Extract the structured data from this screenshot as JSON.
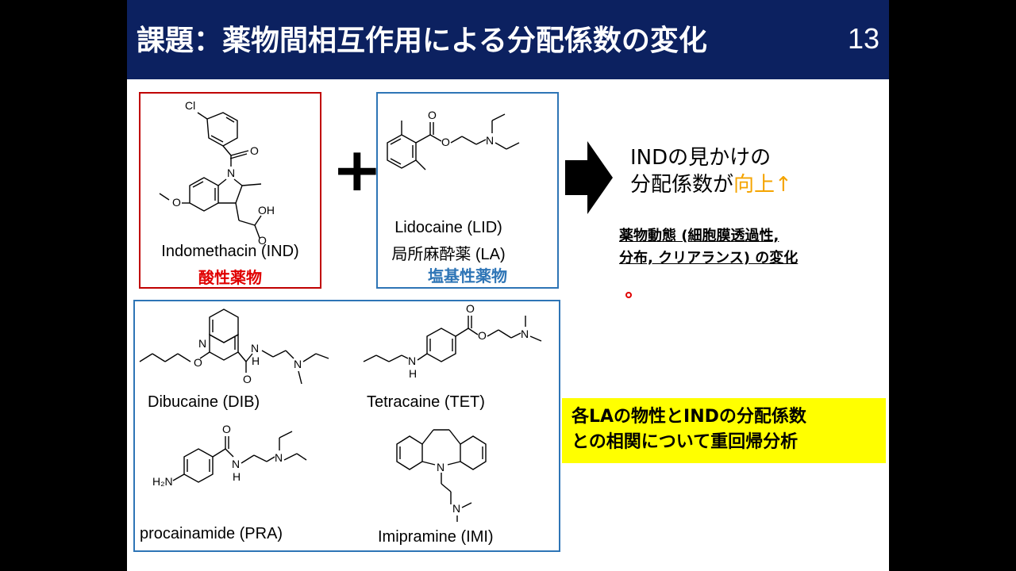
{
  "header": {
    "title": "課題：薬物間相互作用による分配係数の変化",
    "page_number": "13"
  },
  "ind_box": {
    "name": "Indomethacin (IND)",
    "category": "酸性薬物"
  },
  "plus_sign": "+",
  "lid_box": {
    "name": "Lidocaine (LID)",
    "subtitle": "局所麻酔薬 (LA)",
    "category": "塩基性薬物"
  },
  "result": {
    "line1": "INDの見かけの",
    "line2_prefix": "分配係数が",
    "line2_highlight": "向上↑"
  },
  "pk_note": {
    "line1": "薬物動態 (細胞膜透過性,",
    "line2": "分布, クリアランス) の変化"
  },
  "analysis": {
    "line1": "各LAの物性とINDの分配係数",
    "line2": "との相関について重回帰分析"
  },
  "others": {
    "dibucaine": "Dibucaine (DIB)",
    "tetracaine": "Tetracaine (TET)",
    "procainamide": "procainamide (PRA)",
    "imipramine": "Imipramine (IMI)"
  },
  "atoms": {
    "cl": "Cl",
    "n": "N",
    "o": "O",
    "oh": "OH",
    "nh": "H",
    "h2n": "H₂N"
  },
  "colors": {
    "header_bg": "#0c2160",
    "acid": "#e00000",
    "base": "#2e75b6",
    "highlight": "#f5a400",
    "analysis_bg": "#ffff00"
  }
}
